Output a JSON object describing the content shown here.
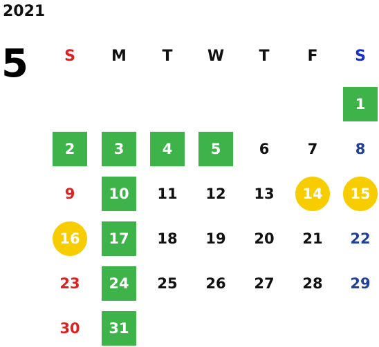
{
  "year": "2021",
  "month": "5",
  "colors": {
    "sunday": "#e02020",
    "saturday": "#1530c8",
    "saturday_day": "#20409a",
    "weekday": "#111111",
    "green_fill": "#3db34a",
    "yellow_fill": "#f7cd00"
  },
  "weekdays": [
    "S",
    "M",
    "T",
    "W",
    "T",
    "F",
    "S"
  ],
  "days": [
    {
      "label": "1",
      "col": 6,
      "row": 0,
      "style": "green"
    },
    {
      "label": "2",
      "col": 0,
      "row": 1,
      "style": "green"
    },
    {
      "label": "3",
      "col": 1,
      "row": 1,
      "style": "green"
    },
    {
      "label": "4",
      "col": 2,
      "row": 1,
      "style": "green"
    },
    {
      "label": "5",
      "col": 3,
      "row": 1,
      "style": "green"
    },
    {
      "label": "6",
      "col": 4,
      "row": 1,
      "style": "plain"
    },
    {
      "label": "7",
      "col": 5,
      "row": 1,
      "style": "plain"
    },
    {
      "label": "8",
      "col": 6,
      "row": 1,
      "style": "plain"
    },
    {
      "label": "9",
      "col": 0,
      "row": 2,
      "style": "plain"
    },
    {
      "label": "10",
      "col": 1,
      "row": 2,
      "style": "green"
    },
    {
      "label": "11",
      "col": 2,
      "row": 2,
      "style": "plain"
    },
    {
      "label": "12",
      "col": 3,
      "row": 2,
      "style": "plain"
    },
    {
      "label": "13",
      "col": 4,
      "row": 2,
      "style": "plain"
    },
    {
      "label": "14",
      "col": 5,
      "row": 2,
      "style": "yellow"
    },
    {
      "label": "15",
      "col": 6,
      "row": 2,
      "style": "yellow"
    },
    {
      "label": "16",
      "col": 0,
      "row": 3,
      "style": "yellow"
    },
    {
      "label": "17",
      "col": 1,
      "row": 3,
      "style": "green"
    },
    {
      "label": "18",
      "col": 2,
      "row": 3,
      "style": "plain"
    },
    {
      "label": "19",
      "col": 3,
      "row": 3,
      "style": "plain"
    },
    {
      "label": "20",
      "col": 4,
      "row": 3,
      "style": "plain"
    },
    {
      "label": "21",
      "col": 5,
      "row": 3,
      "style": "plain"
    },
    {
      "label": "22",
      "col": 6,
      "row": 3,
      "style": "plain"
    },
    {
      "label": "23",
      "col": 0,
      "row": 4,
      "style": "plain"
    },
    {
      "label": "24",
      "col": 1,
      "row": 4,
      "style": "green"
    },
    {
      "label": "25",
      "col": 2,
      "row": 4,
      "style": "plain"
    },
    {
      "label": "26",
      "col": 3,
      "row": 4,
      "style": "plain"
    },
    {
      "label": "27",
      "col": 4,
      "row": 4,
      "style": "plain"
    },
    {
      "label": "28",
      "col": 5,
      "row": 4,
      "style": "plain"
    },
    {
      "label": "29",
      "col": 6,
      "row": 4,
      "style": "plain"
    },
    {
      "label": "30",
      "col": 0,
      "row": 5,
      "style": "plain"
    },
    {
      "label": "31",
      "col": 1,
      "row": 5,
      "style": "green"
    }
  ]
}
